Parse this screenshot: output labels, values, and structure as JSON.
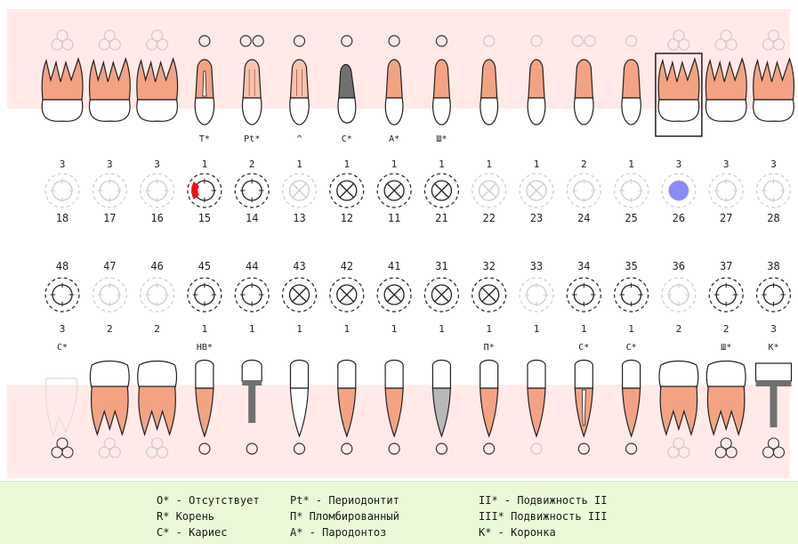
{
  "colors": {
    "tooth_fill": "#f3a384",
    "implant_gray": "#707070",
    "caries_red": "#ee1111",
    "marker_blue": "#8a8cf5",
    "top_band": "#ffeae8",
    "legend_bg": "#eafad8"
  },
  "upper": {
    "numbers": [
      "18",
      "17",
      "16",
      "15",
      "14",
      "13",
      "12",
      "11",
      "21",
      "22",
      "23",
      "24",
      "25",
      "26",
      "27",
      "28"
    ],
    "codes": [
      "3",
      "3",
      "3",
      "1",
      "2",
      "1",
      "1",
      "1",
      "1",
      "1",
      "1",
      "2",
      "1",
      "3",
      "3",
      "3"
    ],
    "status": [
      "",
      "",
      "",
      "Т*",
      "Pt*",
      "^",
      "C*",
      "A*",
      "Ш*",
      "",
      "",
      "",
      "",
      "",
      "",
      ""
    ],
    "types": [
      "molar",
      "molar",
      "molar",
      "pre_pulp",
      "pre_pt",
      "canine_pt",
      "incisor_dark",
      "incisor",
      "incisor",
      "incisor",
      "incisor",
      "pre",
      "pre",
      "molar",
      "molar",
      "molar"
    ],
    "roots_marker": [
      "ccc",
      "ccc",
      "ccc",
      "c",
      "cc",
      "c",
      "c",
      "c",
      "c",
      "c",
      "c",
      "cc",
      "c",
      "ccc",
      "ccc",
      "ccc"
    ],
    "faint_roots": [
      true,
      true,
      true,
      false,
      false,
      false,
      false,
      false,
      false,
      true,
      true,
      true,
      true,
      true,
      true,
      true
    ],
    "faint_circles": [
      true,
      true,
      true,
      false,
      false,
      true,
      false,
      false,
      false,
      true,
      true,
      true,
      true,
      true,
      true,
      true
    ],
    "crossed": [
      false,
      false,
      false,
      false,
      false,
      true,
      true,
      true,
      true,
      true,
      true,
      false,
      false,
      false,
      false,
      false
    ],
    "selected_index": 13,
    "caries_index": 3,
    "blue_marker_index": 13
  },
  "lower": {
    "numbers": [
      "48",
      "47",
      "46",
      "45",
      "44",
      "43",
      "42",
      "41",
      "31",
      "32",
      "33",
      "34",
      "35",
      "36",
      "37",
      "38"
    ],
    "codes": [
      "3",
      "2",
      "2",
      "1",
      "1",
      "1",
      "1",
      "1",
      "1",
      "1",
      "1",
      "1",
      "1",
      "2",
      "2",
      "3"
    ],
    "status": [
      "C*",
      "",
      "",
      "HB*",
      "",
      "",
      "",
      "",
      "",
      "П*",
      "",
      "C*",
      "C*",
      "",
      "Ш*",
      "K*"
    ],
    "types": [
      "outline",
      "molar",
      "molar",
      "pre",
      "implant",
      "canine_white",
      "incisor",
      "incisor",
      "incisor_gray",
      "incisor",
      "incisor",
      "pre_pulp",
      "pre",
      "molar",
      "molar",
      "crown_implant"
    ],
    "faint_circles": [
      false,
      true,
      true,
      false,
      false,
      false,
      false,
      false,
      false,
      false,
      true,
      false,
      false,
      true,
      false,
      false
    ],
    "crossed": [
      false,
      false,
      false,
      false,
      false,
      true,
      true,
      true,
      true,
      true,
      false,
      false,
      false,
      false,
      false,
      false
    ],
    "roots_marker": [
      "ccc",
      "ccc",
      "ccc",
      "c",
      "c",
      "c",
      "c",
      "c",
      "c",
      "c",
      "c",
      "c",
      "c",
      "ccc",
      "ccc",
      "ccc"
    ],
    "faint_roots": [
      false,
      true,
      true,
      false,
      false,
      false,
      false,
      false,
      false,
      false,
      true,
      false,
      false,
      true,
      false,
      false
    ]
  },
  "legend": {
    "rows": [
      [
        "O* - Отсутствует",
        "Pt* - Периодонтит",
        "II* - Подвижность II"
      ],
      [
        "R*  Корень",
        "П*  Пломбированный",
        "III*  Подвижность III"
      ],
      [
        "C* - Кариес",
        "A* - Пародонтоз",
        "K* - Коронка"
      ]
    ]
  }
}
